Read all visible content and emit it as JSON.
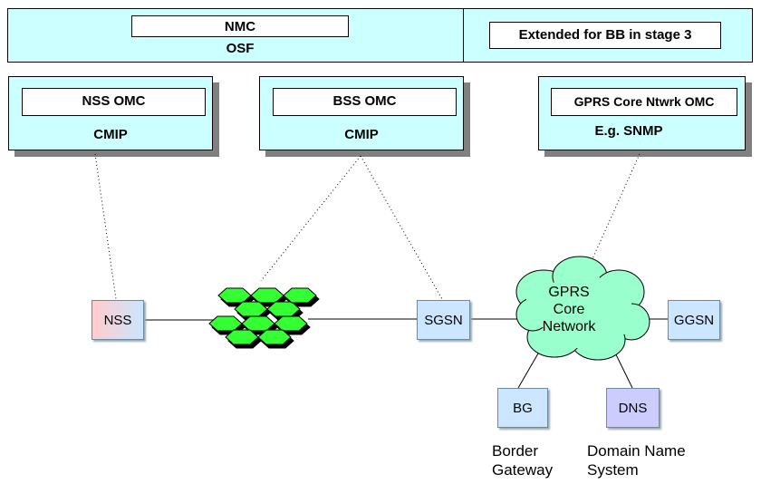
{
  "nmc": {
    "title": "NMC",
    "osf": "OSF",
    "extended": "Extended for BB in stage 3"
  },
  "omcs": [
    {
      "title": "NSS OMC",
      "protocol": "CMIP"
    },
    {
      "title": "BSS OMC",
      "protocol": "CMIP"
    },
    {
      "title": "GPRS Core Ntwrk OMC",
      "protocol": "E.g. SNMP"
    }
  ],
  "nodes": {
    "nss": "NSS",
    "sgsn": "SGSN",
    "ggsn": "GGSN",
    "bg": "BG",
    "dns": "DNS"
  },
  "cloud": {
    "line1": "GPRS",
    "line2": "Core",
    "line3": "Network"
  },
  "captions": {
    "bg_line1": "Border",
    "bg_line2": "Gateway",
    "dns_line1": "Domain Name",
    "dns_line2": "System"
  },
  "colors": {
    "omc_fill": "#ccffff",
    "node_fill": "#cce6ff",
    "cloud_fill": "#99ffcc",
    "hex_fill": "#33ff33",
    "dns_fill": "#ccccff",
    "shadow": "#808080"
  }
}
